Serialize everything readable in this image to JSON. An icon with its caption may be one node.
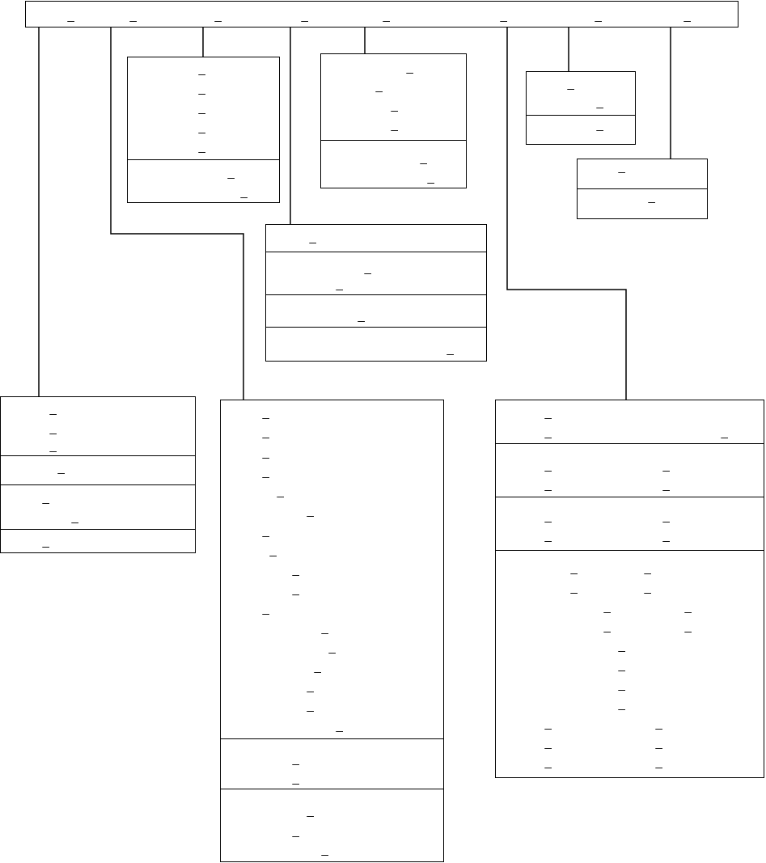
{
  "diagram": {
    "nodes": [
      {
        "text": [
          "_",
          "_",
          "_",
          "_",
          "_",
          "_",
          "_",
          "_"
        ]
      },
      {
        "text": [],
        "shape": "box"
      },
      {
        "text": [
          "_",
          "_",
          "_",
          "_",
          "_"
        ],
        "in": 1
      },
      {
        "text": [
          "_",
          "_"
        ],
        "in": 1
      },
      {
        "text": [],
        "shape": "box"
      },
      {
        "text": [
          "_",
          "_",
          "_",
          "_"
        ],
        "in": 4
      },
      {
        "text": [
          "_",
          "_"
        ],
        "in": 4
      },
      {
        "text": [],
        "shape": "box"
      },
      {
        "text": [
          "_",
          "_"
        ],
        "in": 7
      },
      {
        "text": [
          "_"
        ],
        "in": 7
      },
      {
        "text": [],
        "shape": "box"
      },
      {
        "text": [
          "_"
        ],
        "in": 10
      },
      {
        "text": [
          "_"
        ],
        "in": 10
      },
      {
        "text": [],
        "shape": "box"
      },
      {
        "text": [
          "_"
        ],
        "in": 13
      },
      {
        "text": [
          "_",
          "_"
        ],
        "in": 13
      },
      {
        "text": [
          "_"
        ],
        "in": 13
      },
      {
        "text": [
          "_"
        ],
        "in": 13
      },
      {
        "text": [],
        "shape": "box"
      },
      {
        "text": [
          "_",
          "_",
          "_"
        ],
        "in": 18
      },
      {
        "text": [
          "_"
        ],
        "in": 18
      },
      {
        "text": [
          "_",
          "_"
        ],
        "in": 18
      },
      {
        "text": [
          "_"
        ],
        "in": 18
      },
      {
        "text": [],
        "shape": "box"
      },
      {
        "text": [
          "_",
          "_",
          "_",
          "_",
          "_",
          "_",
          "_",
          "_",
          "_",
          "_",
          "_",
          "_",
          "_",
          "_",
          "_",
          "_",
          "_"
        ],
        "in": 23
      },
      {
        "text": [
          "_",
          "_"
        ],
        "in": 23
      },
      {
        "text": [
          "_",
          "_",
          "_"
        ],
        "in": 23
      },
      {
        "text": [],
        "shape": "box"
      },
      {
        "text": [
          "_",
          "_",
          "_"
        ],
        "in": 27
      },
      {
        "text": [
          "_",
          "_",
          "_",
          "_"
        ],
        "in": 27
      },
      {
        "text": [
          "_",
          "_",
          "_",
          "_"
        ],
        "in": 27
      },
      {
        "text": [
          "_",
          "_",
          "_",
          "_",
          "_",
          "_",
          "_",
          "_",
          "_",
          "_",
          "_",
          "_",
          "_",
          "_",
          "_",
          "_",
          "_",
          "_"
        ],
        "in": 27
      }
    ],
    "edges": [
      {
        "from": 0,
        "to": 18,
        "arrow": "none"
      },
      {
        "from": 0,
        "to": 23,
        "arrow": "none"
      },
      {
        "from": 0,
        "to": 1,
        "arrow": "none"
      },
      {
        "from": 0,
        "to": 13,
        "arrow": "none"
      },
      {
        "from": 0,
        "to": 4,
        "arrow": "none"
      },
      {
        "from": 0,
        "to": 27,
        "arrow": "none"
      },
      {
        "from": 0,
        "to": 7,
        "arrow": "none"
      },
      {
        "from": 0,
        "to": 10,
        "arrow": "none"
      }
    ]
  }
}
